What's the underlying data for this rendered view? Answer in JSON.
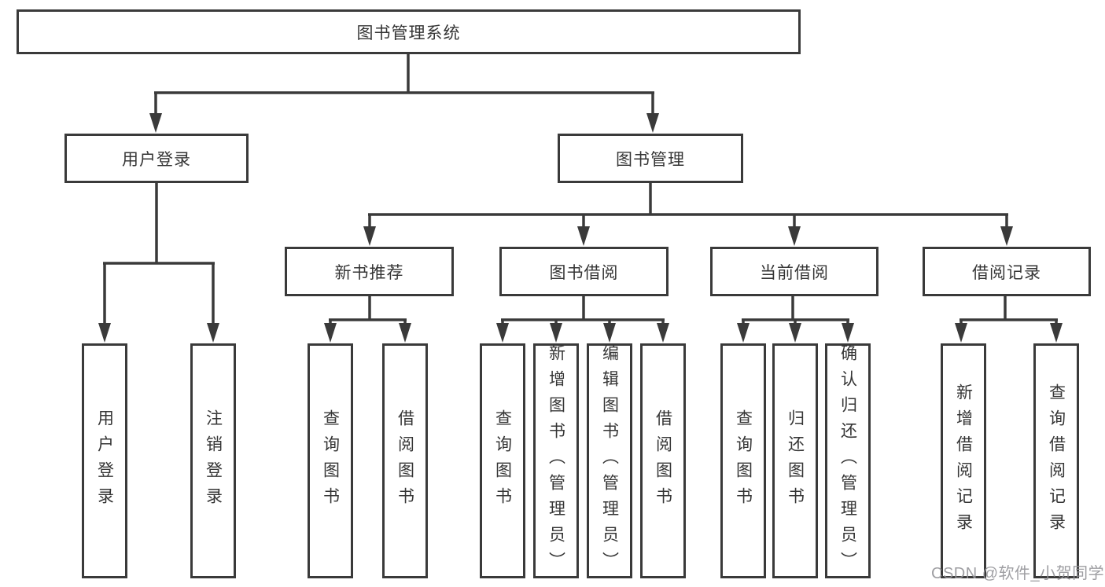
{
  "diagram": {
    "root": {
      "label": "图书管理系统"
    },
    "level2": [
      {
        "label": "用户登录"
      },
      {
        "label": "图书管理"
      }
    ],
    "level3": [
      {
        "label": "新书推荐"
      },
      {
        "label": "图书借阅"
      },
      {
        "label": "当前借阅"
      },
      {
        "label": "借阅记录"
      }
    ],
    "leaves": {
      "user_login": [
        {
          "label": "用户登录"
        },
        {
          "label": "注销登录"
        }
      ],
      "new_book": [
        {
          "label": "查询图书"
        },
        {
          "label": "借阅图书"
        }
      ],
      "book_borrow": [
        {
          "label": "查询图书"
        },
        {
          "label": "新增图书（管理员）"
        },
        {
          "label": "编辑图书（管理员）"
        },
        {
          "label": "借阅图书"
        }
      ],
      "current_borrow": [
        {
          "label": "查询图书"
        },
        {
          "label": "归还图书"
        },
        {
          "label": "确认归还（管理员）"
        }
      ],
      "borrow_records": [
        {
          "label": "新增借阅记录"
        },
        {
          "label": "查询借阅记录"
        }
      ]
    },
    "colors": {
      "line": "#3a3a3a",
      "text": "#353535",
      "background": "#ffffff",
      "watermark": "#949498"
    }
  },
  "watermark": {
    "text": "CSDN @软件_小贺同学"
  }
}
